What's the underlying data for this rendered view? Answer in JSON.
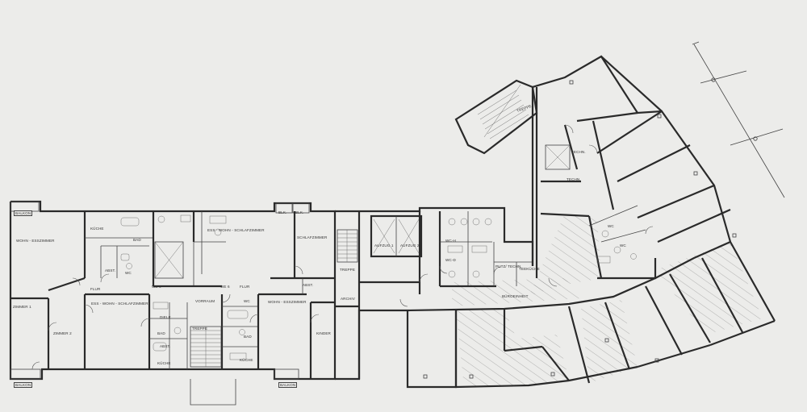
{
  "rooms": [
    {
      "id": "balkon-1",
      "text": "BALKON"
    },
    {
      "id": "wohn-esszimmer-1",
      "text": "WOHN - ESSZIMMER"
    },
    {
      "id": "kueche-1",
      "text": "KÜCHE"
    },
    {
      "id": "bad-1",
      "text": "BAD"
    },
    {
      "id": "abst-1",
      "text": "ABST."
    },
    {
      "id": "wc-1",
      "text": "WC"
    },
    {
      "id": "flur-1",
      "text": "FLUR"
    },
    {
      "id": "we6-1",
      "text": "WE 6"
    },
    {
      "id": "zimmer1",
      "text": "ZIMMER 1"
    },
    {
      "id": "zimmer2",
      "text": "ZIMMER 2"
    },
    {
      "id": "ess-wohn-schlaf-1",
      "text": "ESS - WOHN - SCHLAFZIMMER"
    },
    {
      "id": "balkon-2",
      "text": "BALKON"
    },
    {
      "id": "kueche-2",
      "text": "KÜCHE"
    },
    {
      "id": "bad-2",
      "text": "BAD"
    },
    {
      "id": "abst-2",
      "text": "ABST."
    },
    {
      "id": "diele-1",
      "text": "DIELE"
    },
    {
      "id": "ess-wohn-schlaf-2",
      "text": "ESS - WOHN - SCHLAFZIMMER"
    },
    {
      "id": "treppe-1",
      "text": "TREPPE"
    },
    {
      "id": "we6-2",
      "text": "WE 6"
    },
    {
      "id": "vorraum",
      "text": "VORRAUM"
    },
    {
      "id": "flur-2",
      "text": "FLUR"
    },
    {
      "id": "wc-2",
      "text": "WC"
    },
    {
      "id": "bad-3",
      "text": "BAD"
    },
    {
      "id": "kueche-3",
      "text": "KÜCHE"
    },
    {
      "id": "wohn-esszimmer-2",
      "text": "WOHN - ESSZIMMER"
    },
    {
      "id": "schlafzimmer",
      "text": "SCHLAFZIMMER"
    },
    {
      "id": "balk-1",
      "text": "BLK."
    },
    {
      "id": "balk-2",
      "text": "BLK."
    },
    {
      "id": "abst-3",
      "text": "ABST."
    },
    {
      "id": "kinder",
      "text": "KINDER"
    },
    {
      "id": "balkon-3",
      "text": "BALKON"
    },
    {
      "id": "treppe-2",
      "text": "TREPPE"
    },
    {
      "id": "archiv",
      "text": "ARCHIV"
    },
    {
      "id": "aufzug-1",
      "text": "AUFZUG 1"
    },
    {
      "id": "aufzug-2",
      "text": "AUFZUG 2"
    },
    {
      "id": "wc-h",
      "text": "WC-H"
    },
    {
      "id": "wc-d",
      "text": "WC-D"
    },
    {
      "id": "putz-techn",
      "text": "PUTZ/ TECHN."
    },
    {
      "id": "teekueche",
      "text": "TEEKÜCHE"
    },
    {
      "id": "bueroeinheit",
      "text": "BÜROEINHEIT"
    },
    {
      "id": "techn-1",
      "text": "TECHN."
    },
    {
      "id": "techn-2",
      "text": "TECHN."
    },
    {
      "id": "treppe-3",
      "text": "TREPPE"
    },
    {
      "id": "wc-3",
      "text": "WC"
    },
    {
      "id": "wc-4",
      "text": "WC"
    }
  ],
  "icons": {
    "elevator": "elevator-shaft-icon",
    "stairs": "stair-run-icon",
    "door": "door-swing-icon",
    "axis": "grid-axis-marker-icon"
  }
}
